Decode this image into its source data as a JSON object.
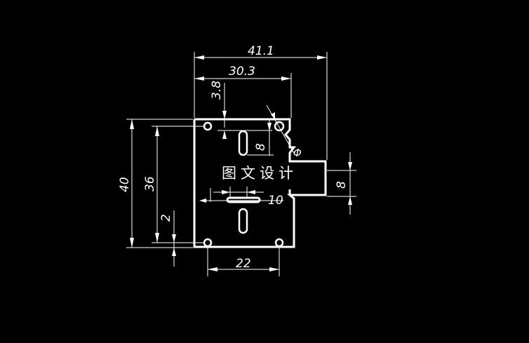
{
  "dimensions": {
    "overall_width": "41.1",
    "top_width": "30.3",
    "top_offset": "3.8",
    "slot_length": "8",
    "hole_dia": "Φ",
    "overall_height": "40",
    "hole_spacing_v": "36",
    "bottom_offset": "2",
    "slot_width": "10",
    "tab_height": "8",
    "hole_spacing_h": "22"
  },
  "watermark": "图文设计",
  "colors": {
    "background": "#000000",
    "lines": "#ffffff"
  }
}
